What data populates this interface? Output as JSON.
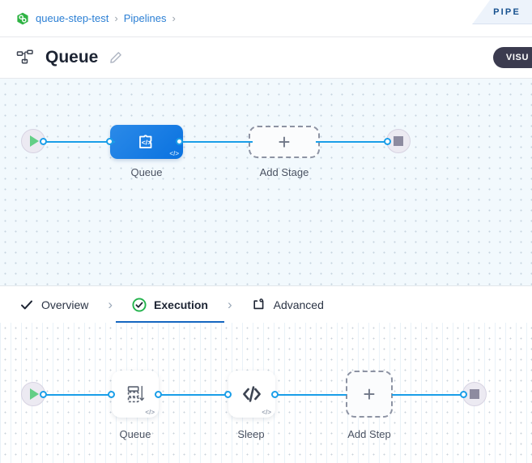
{
  "breadcrumb": {
    "logo_icon": "project-logo-icon",
    "items": [
      {
        "label": "queue-step-test"
      },
      {
        "label": "Pipelines"
      }
    ],
    "separator": "›"
  },
  "ribbon": {
    "label": "PIPE"
  },
  "header": {
    "icon": "sitemap-icon",
    "title": "Queue",
    "edit_icon": "pencil-icon",
    "visualize_button": "VISU"
  },
  "tabs": [
    {
      "label": "Overview",
      "icon": "check-icon",
      "active": false
    },
    {
      "label": "Execution",
      "icon": "check-circle-icon",
      "active": true
    },
    {
      "label": "Advanced",
      "icon": "folder-gear-icon",
      "active": false
    }
  ],
  "tab_chevron": "›",
  "stage_graph": {
    "start_node": "play-icon",
    "end_node": "stop-icon",
    "nodes": [
      {
        "label": "Queue",
        "badge": "</>",
        "icon": "puzzle-code-icon"
      },
      {
        "label": "Add Stage",
        "plus": "+"
      }
    ]
  },
  "step_graph": {
    "start_node": "play-icon",
    "end_node": "stop-icon",
    "nodes": [
      {
        "label": "Queue",
        "badge": "</>",
        "icon": "queue-list-icon"
      },
      {
        "label": "Sleep",
        "badge": "</>",
        "icon": "code-brackets-icon"
      },
      {
        "label": "Add Step",
        "plus": "+"
      }
    ]
  },
  "colors": {
    "accent_blue": "#1a9ee8",
    "node_blue": "#0a72e0",
    "link_blue": "#2b7fd4",
    "active_tab": "#1566c0",
    "success_green": "#21b24b",
    "dark_button": "#3b3b4f"
  }
}
